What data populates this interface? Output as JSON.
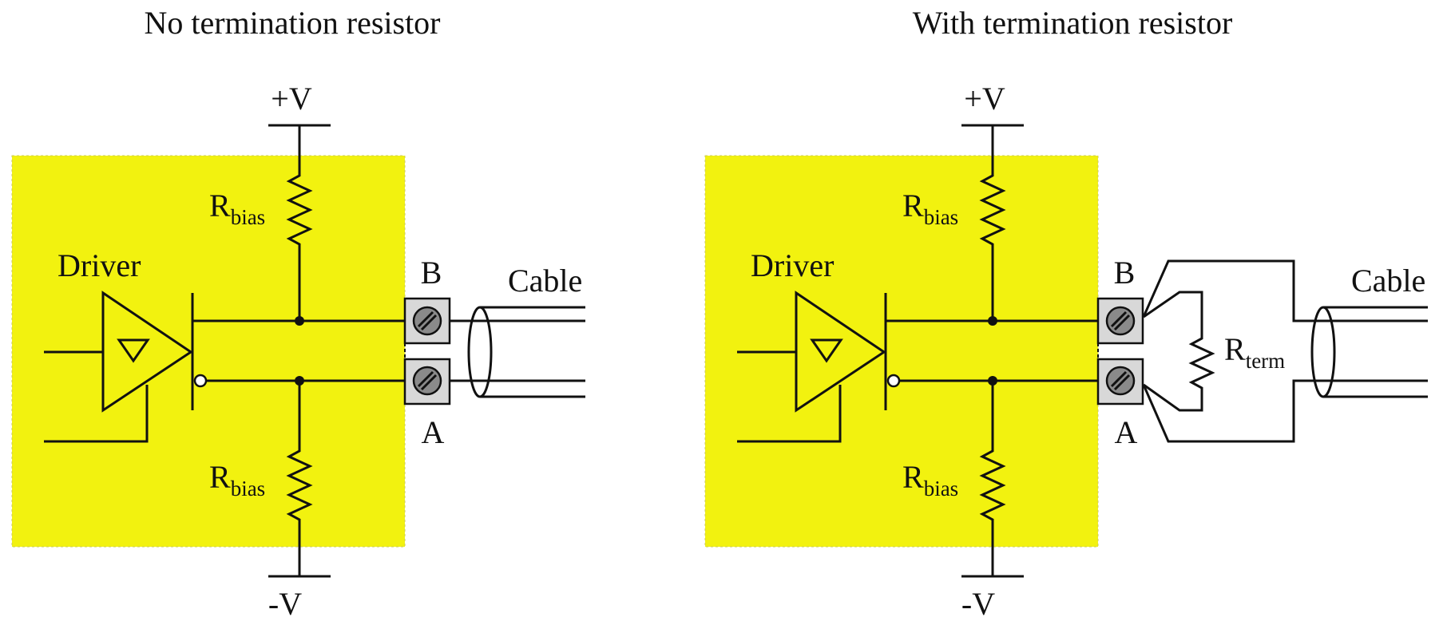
{
  "panels": [
    {
      "title": "No termination resistor",
      "supply_pos": "+V",
      "supply_neg": "-V",
      "driver_label": "Driver",
      "rbias_top": {
        "main": "R",
        "sub": "bias"
      },
      "rbias_bottom": {
        "main": "R",
        "sub": "bias"
      },
      "terminal_b": "B",
      "terminal_a": "A",
      "cable_label": "Cable"
    },
    {
      "title": "With termination resistor",
      "supply_pos": "+V",
      "supply_neg": "-V",
      "driver_label": "Driver",
      "rbias_top": {
        "main": "R",
        "sub": "bias"
      },
      "rbias_bottom": {
        "main": "R",
        "sub": "bias"
      },
      "terminal_b": "B",
      "terminal_a": "A",
      "cable_label": "Cable",
      "rterm": {
        "main": "R",
        "sub": "term"
      }
    }
  ],
  "colors": {
    "board_fill": "#f2f20f",
    "wire": "#111111",
    "terminal_fill": "#d8d8d8",
    "screw_fill": "#8a8a8a"
  }
}
